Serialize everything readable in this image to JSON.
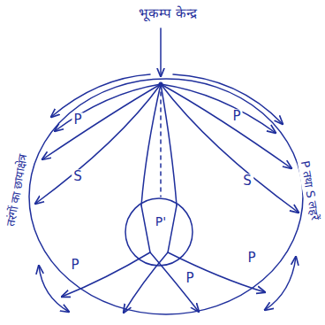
{
  "diagram": {
    "labels": [
      "भूकम्प केन्द्र",
      "तरंगों का छायाक्षेत्र",
      "P तथा S लहरें",
      "P",
      "P",
      "S",
      "S",
      "P'",
      "P",
      "P",
      "P"
    ]
  }
}
